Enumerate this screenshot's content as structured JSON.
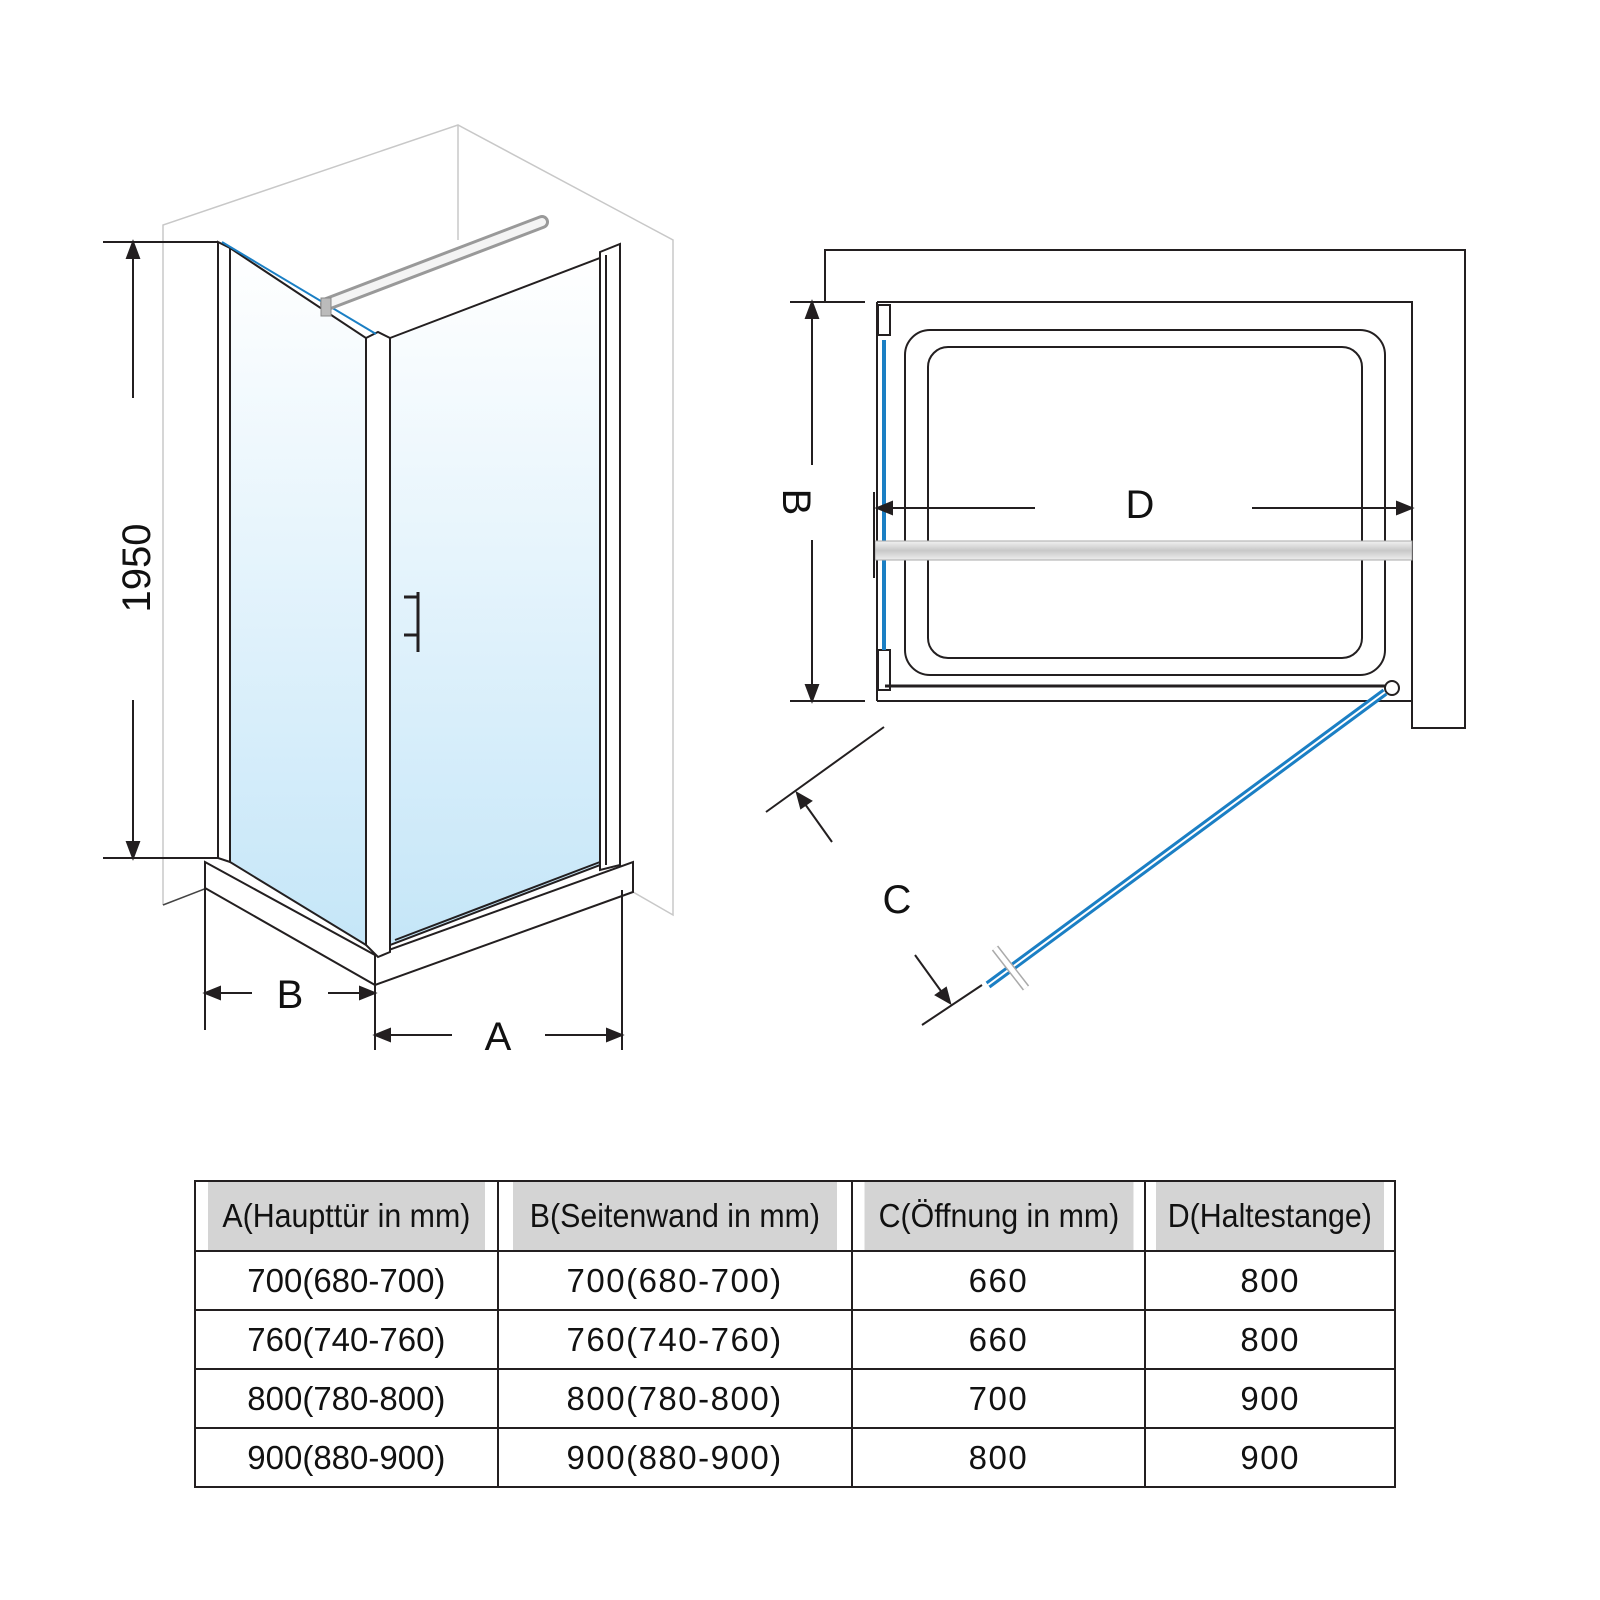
{
  "diagram": {
    "height_label": "1950",
    "dim_a": "A",
    "dim_b": "B",
    "dim_c": "C",
    "dim_d": "D",
    "glass_color": "#cde9f8",
    "profile_blue": "#1b7fc4"
  },
  "table": {
    "headers": [
      "A(Haupttür in mm)",
      "B(Seitenwand in mm)",
      "C(Öffnung in mm)",
      "D(Haltestange)"
    ],
    "rows": [
      [
        "700(680-700)",
        "700(680-700)",
        "660",
        "800"
      ],
      [
        "760(740-760)",
        "760(740-760)",
        "660",
        "800"
      ],
      [
        "800(780-800)",
        "800(780-800)",
        "700",
        "900"
      ],
      [
        "900(880-900)",
        "900(880-900)",
        "800",
        "900"
      ]
    ]
  }
}
